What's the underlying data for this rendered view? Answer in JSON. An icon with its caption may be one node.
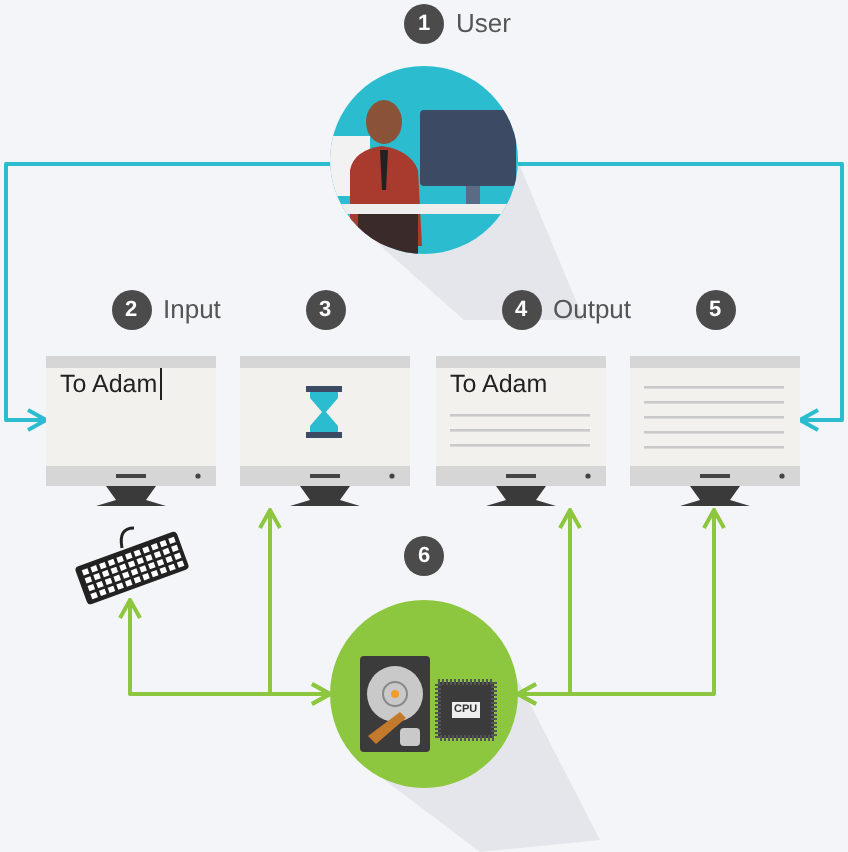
{
  "diagram": {
    "nodes": [
      {
        "text": [
          "1",
          "User"
        ]
      },
      {
        "text": [
          "2",
          "Input",
          "To Adam"
        ]
      },
      {
        "text": [
          "3"
        ]
      },
      {
        "text": [
          "4",
          "Output",
          "To Adam"
        ]
      },
      {
        "text": [
          "5"
        ]
      },
      {
        "text": [],
        "shape": "picture"
      },
      {
        "text": [
          "6",
          "CPU"
        ]
      }
    ],
    "edges": [
      {
        "from": 0,
        "to": 1,
        "arrow": "to",
        "color": "#2bbcd0"
      },
      {
        "from": 0,
        "to": 4,
        "arrow": "to",
        "color": "#2bbcd0"
      },
      {
        "from": 5,
        "to": 6,
        "arrow": "both"
      },
      {
        "from": 2,
        "to": 6,
        "arrow": "both"
      },
      {
        "from": 6,
        "to": 3,
        "arrow": "both"
      },
      {
        "from": 6,
        "to": 4,
        "arrow": "both"
      }
    ]
  }
}
